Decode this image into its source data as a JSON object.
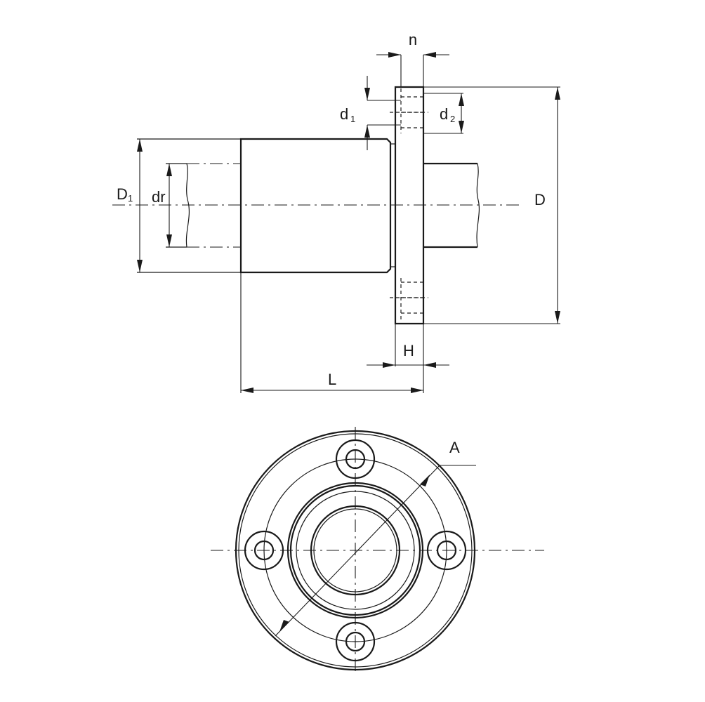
{
  "labels": {
    "n": "n",
    "d1": "d",
    "d1_sub": "1",
    "d2": "d",
    "d2_sub": "2",
    "D1": "D",
    "D1_sub": "1",
    "dr": "dr",
    "D": "D",
    "H": "H",
    "L": "L",
    "A": "A"
  }
}
